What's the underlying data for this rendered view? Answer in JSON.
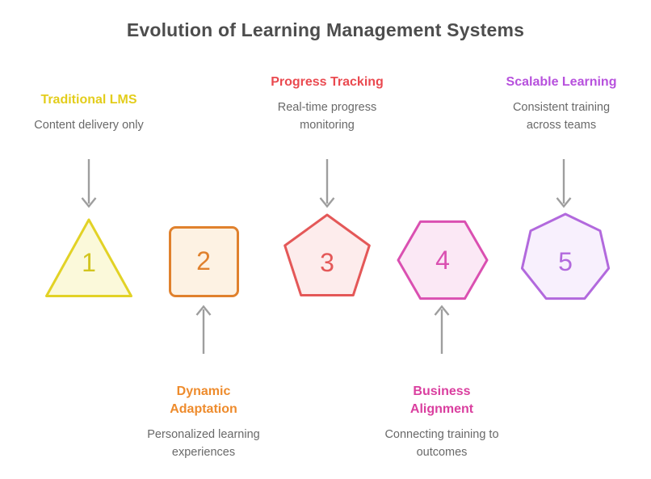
{
  "title": "Evolution of Learning Management Systems",
  "title_color": "#4d4d4d",
  "background_color": "#ffffff",
  "arrow_color": "#9e9e9e",
  "description_color": "#696969",
  "stages": [
    {
      "number": "1",
      "label": "Traditional LMS",
      "description": "Content delivery only",
      "shape": "triangle",
      "label_position": "top",
      "arrow_direction": "down",
      "label_color": "#e3cd1c",
      "stroke_color": "#e2d226",
      "fill_color": "#fbf9da",
      "number_color": "#d2c51f"
    },
    {
      "number": "2",
      "label": "Dynamic Adaptation",
      "description": "Personalized learning experiences",
      "shape": "square",
      "label_position": "bottom",
      "arrow_direction": "up",
      "label_color": "#ee8b2c",
      "stroke_color": "#e0812d",
      "fill_color": "#fdf2e3",
      "number_color": "#e0812d"
    },
    {
      "number": "3",
      "label": "Progress Tracking",
      "description": "Real-time progress monitoring",
      "shape": "pentagon",
      "label_position": "top",
      "arrow_direction": "down",
      "label_color": "#ea4a50",
      "stroke_color": "#e45858",
      "fill_color": "#fdecec",
      "number_color": "#e45858"
    },
    {
      "number": "4",
      "label": "Business Alignment",
      "description": "Connecting training to outcomes",
      "shape": "hexagon",
      "label_position": "bottom",
      "arrow_direction": "up",
      "label_color": "#da3f9f",
      "stroke_color": "#da50b1",
      "fill_color": "#fbe8f5",
      "number_color": "#da50b1"
    },
    {
      "number": "5",
      "label": "Scalable Learning",
      "description": "Consistent training across teams",
      "shape": "heptagon",
      "label_position": "top",
      "arrow_direction": "down",
      "label_color": "#b751dd",
      "stroke_color": "#b269dd",
      "fill_color": "#f8f0fd",
      "number_color": "#b269dd"
    }
  ]
}
